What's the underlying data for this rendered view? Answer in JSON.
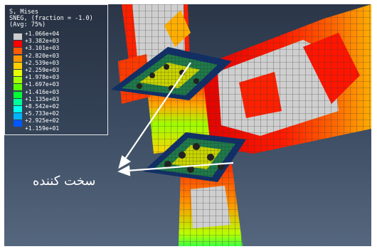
{
  "legend": {
    "title_line1": "S, Mises",
    "title_line2": "SNEG, (fraction = -1.0)",
    "title_line3": "(Avg: 75%)",
    "entries": [
      {
        "value": "+1.066e+04",
        "color": "#cccccc"
      },
      {
        "value": "+3.382e+03",
        "color": "#ff0000"
      },
      {
        "value": "+3.101e+03",
        "color": "#ff5a00"
      },
      {
        "value": "+2.820e+03",
        "color": "#ff9900"
      },
      {
        "value": "+2.539e+03",
        "color": "#ffd000"
      },
      {
        "value": "+2.259e+03",
        "color": "#e6ff00"
      },
      {
        "value": "+1.978e+03",
        "color": "#a6ff00"
      },
      {
        "value": "+1.697e+03",
        "color": "#5cff00"
      },
      {
        "value": "+1.416e+03",
        "color": "#00ff33"
      },
      {
        "value": "+1.135e+03",
        "color": "#00ff9a"
      },
      {
        "value": "+8.542e+02",
        "color": "#00ffee"
      },
      {
        "value": "+5.733e+02",
        "color": "#00b3ff"
      },
      {
        "value": "+2.925e+02",
        "color": "#0058ff"
      },
      {
        "value": "+1.159e+01",
        "color": "#0000ff"
      }
    ]
  },
  "annotation": {
    "label": "سخت کننده"
  }
}
